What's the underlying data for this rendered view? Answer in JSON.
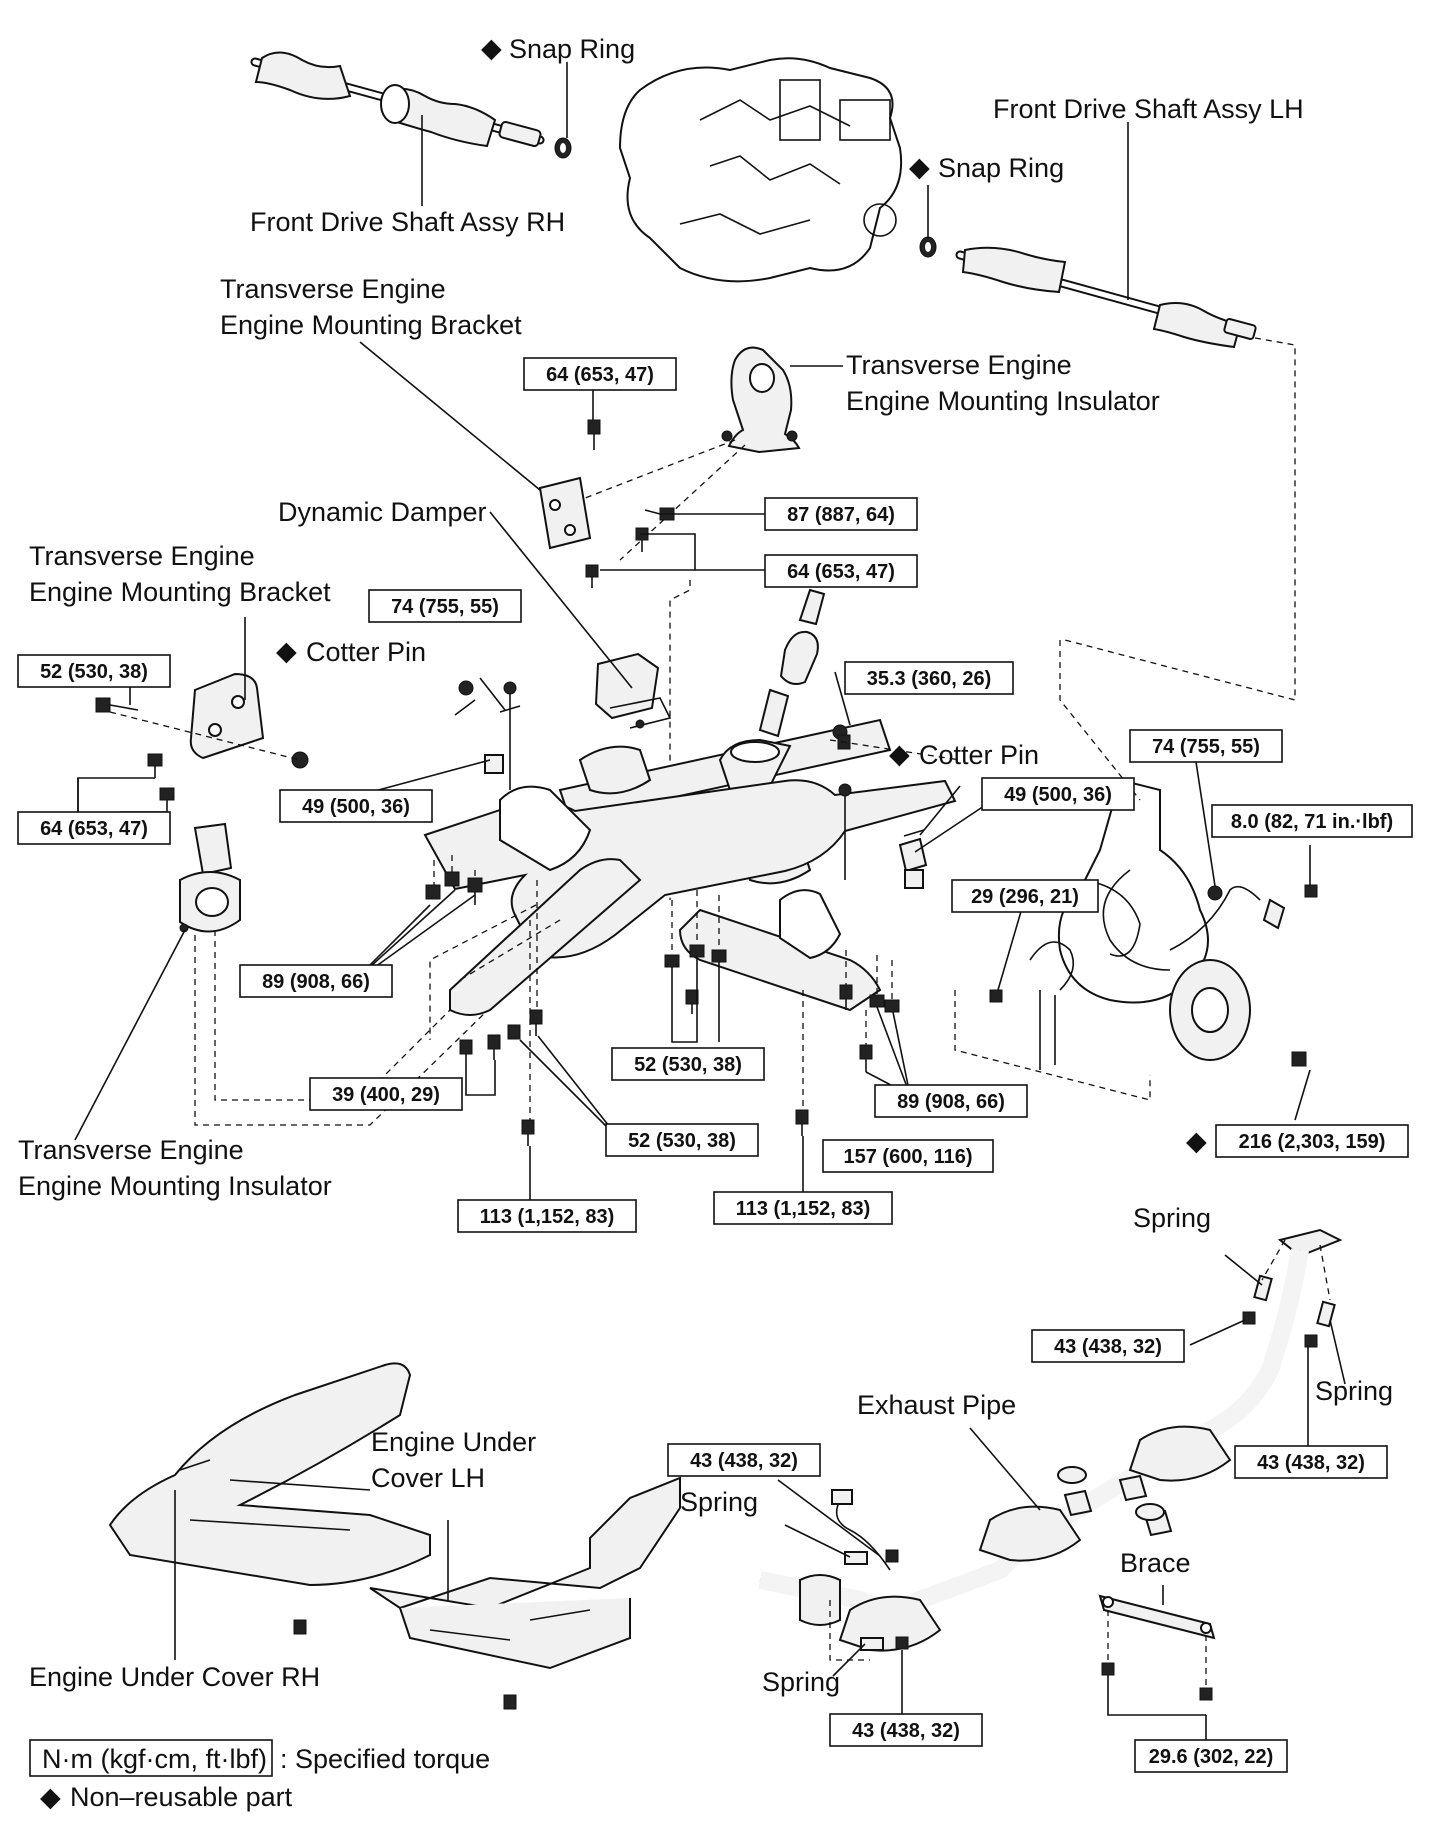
{
  "labels": {
    "snap_ring_rh": "Snap Ring",
    "snap_ring_lh": "Snap Ring",
    "drive_shaft_rh": "Front Drive Shaft Assy RH",
    "drive_shaft_lh": "Front Drive Shaft Assy LH",
    "bracket_top_line1": "Transverse Engine",
    "bracket_top_line2": "Engine Mounting Bracket",
    "insulator_top_line1": "Transverse Engine",
    "insulator_top_line2": "Engine Mounting Insulator",
    "dynamic_damper": "Dynamic Damper",
    "bracket_left_line1": "Transverse Engine",
    "bracket_left_line2": "Engine Mounting Bracket",
    "cotter_pin_left": "Cotter Pin",
    "cotter_pin_right": "Cotter Pin",
    "insulator_bottom_line1": "Transverse Engine",
    "insulator_bottom_line2": "Engine Mounting Insulator",
    "spring_top": "Spring",
    "spring_right": "Spring",
    "spring_left": "Spring",
    "spring_bottom": "Spring",
    "exhaust_pipe": "Exhaust Pipe",
    "under_cover_lh_line1": "Engine Under",
    "under_cover_lh_line2": "Cover LH",
    "under_cover_rh": "Engine Under Cover RH",
    "brace": "Brace"
  },
  "torques": {
    "t_64a": "64 (653, 47)",
    "t_87": "87 (887, 64)",
    "t_64b": "64 (653, 47)",
    "t_74a": "74 (755, 55)",
    "t_52a": "52 (530, 38)",
    "t_64c": "64 (653, 47)",
    "t_49a": "49 (500, 36)",
    "t_35": "35.3 (360, 26)",
    "t_74b": "74 (755, 55)",
    "t_49b": "49 (500, 36)",
    "t_8": "8.0 (82, 71 in.·lbf)",
    "t_29": "29 (296, 21)",
    "t_89a": "89 (908, 66)",
    "t_52b": "52 (530, 38)",
    "t_39": "39 (400, 29)",
    "t_52c": "52 (530, 38)",
    "t_89b": "89 (908, 66)",
    "t_157": "157 (600, 116)",
    "t_216": "216 (2,303, 159)",
    "t_113a": "113 (1,152, 83)",
    "t_113b": "113 (1,152, 83)",
    "t_43a": "43 (438, 32)",
    "t_43b": "43 (438, 32)",
    "t_43c": "43 (438, 32)",
    "t_43d": "43 (438, 32)",
    "t_29_6": "29.6 (302, 22)"
  },
  "legend": {
    "unit_box": "N·m (kgf·cm, ft·lbf)",
    "unit_text": ": Specified torque",
    "nonreusable": "Non–reusable part"
  },
  "symbols": {
    "nonreusable_mark": "◆"
  }
}
